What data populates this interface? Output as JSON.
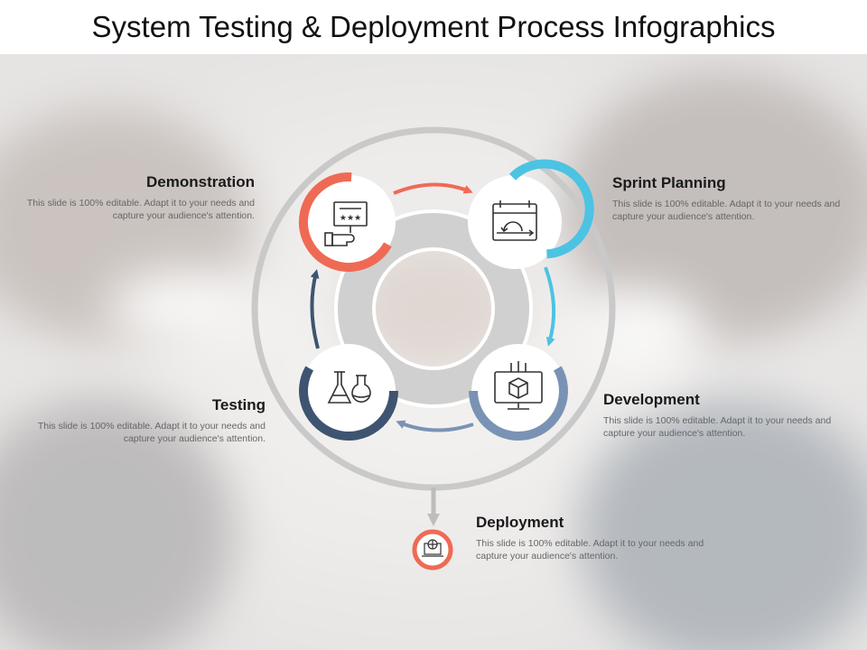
{
  "title": "System Testing & Deployment Process Infographics",
  "steps": [
    {
      "id": "demonstration",
      "heading": "Demonstration",
      "description": "This slide is 100% editable. Adapt it to your needs and capture your audience's attention.",
      "color": "#ef6a55",
      "icon": "rating-board-hand-icon"
    },
    {
      "id": "sprint-planning",
      "heading": "Sprint Planning",
      "description": "This slide is 100% editable. Adapt it to your needs and capture your audience's attention.",
      "color": "#4cc3e3",
      "icon": "calendar-cycle-icon"
    },
    {
      "id": "development",
      "heading": "Development",
      "description": "This slide is 100% editable. Adapt it to your needs and capture your audience's attention.",
      "color": "#7a93b4",
      "icon": "monitor-cube-icon"
    },
    {
      "id": "testing",
      "heading": "Testing",
      "description": "This slide is 100% editable. Adapt it to your needs and capture your audience's attention.",
      "color": "#3e5470",
      "icon": "lab-flasks-icon"
    },
    {
      "id": "deployment",
      "heading": "Deployment",
      "description": "This slide is 100% editable. Adapt it to your needs and capture your audience's attention.",
      "color": "#ef6a55",
      "icon": "laptop-globe-icon"
    }
  ],
  "colors": {
    "outer_ring": "#c9c9c9",
    "inner_ring": "#d0d0d0"
  }
}
